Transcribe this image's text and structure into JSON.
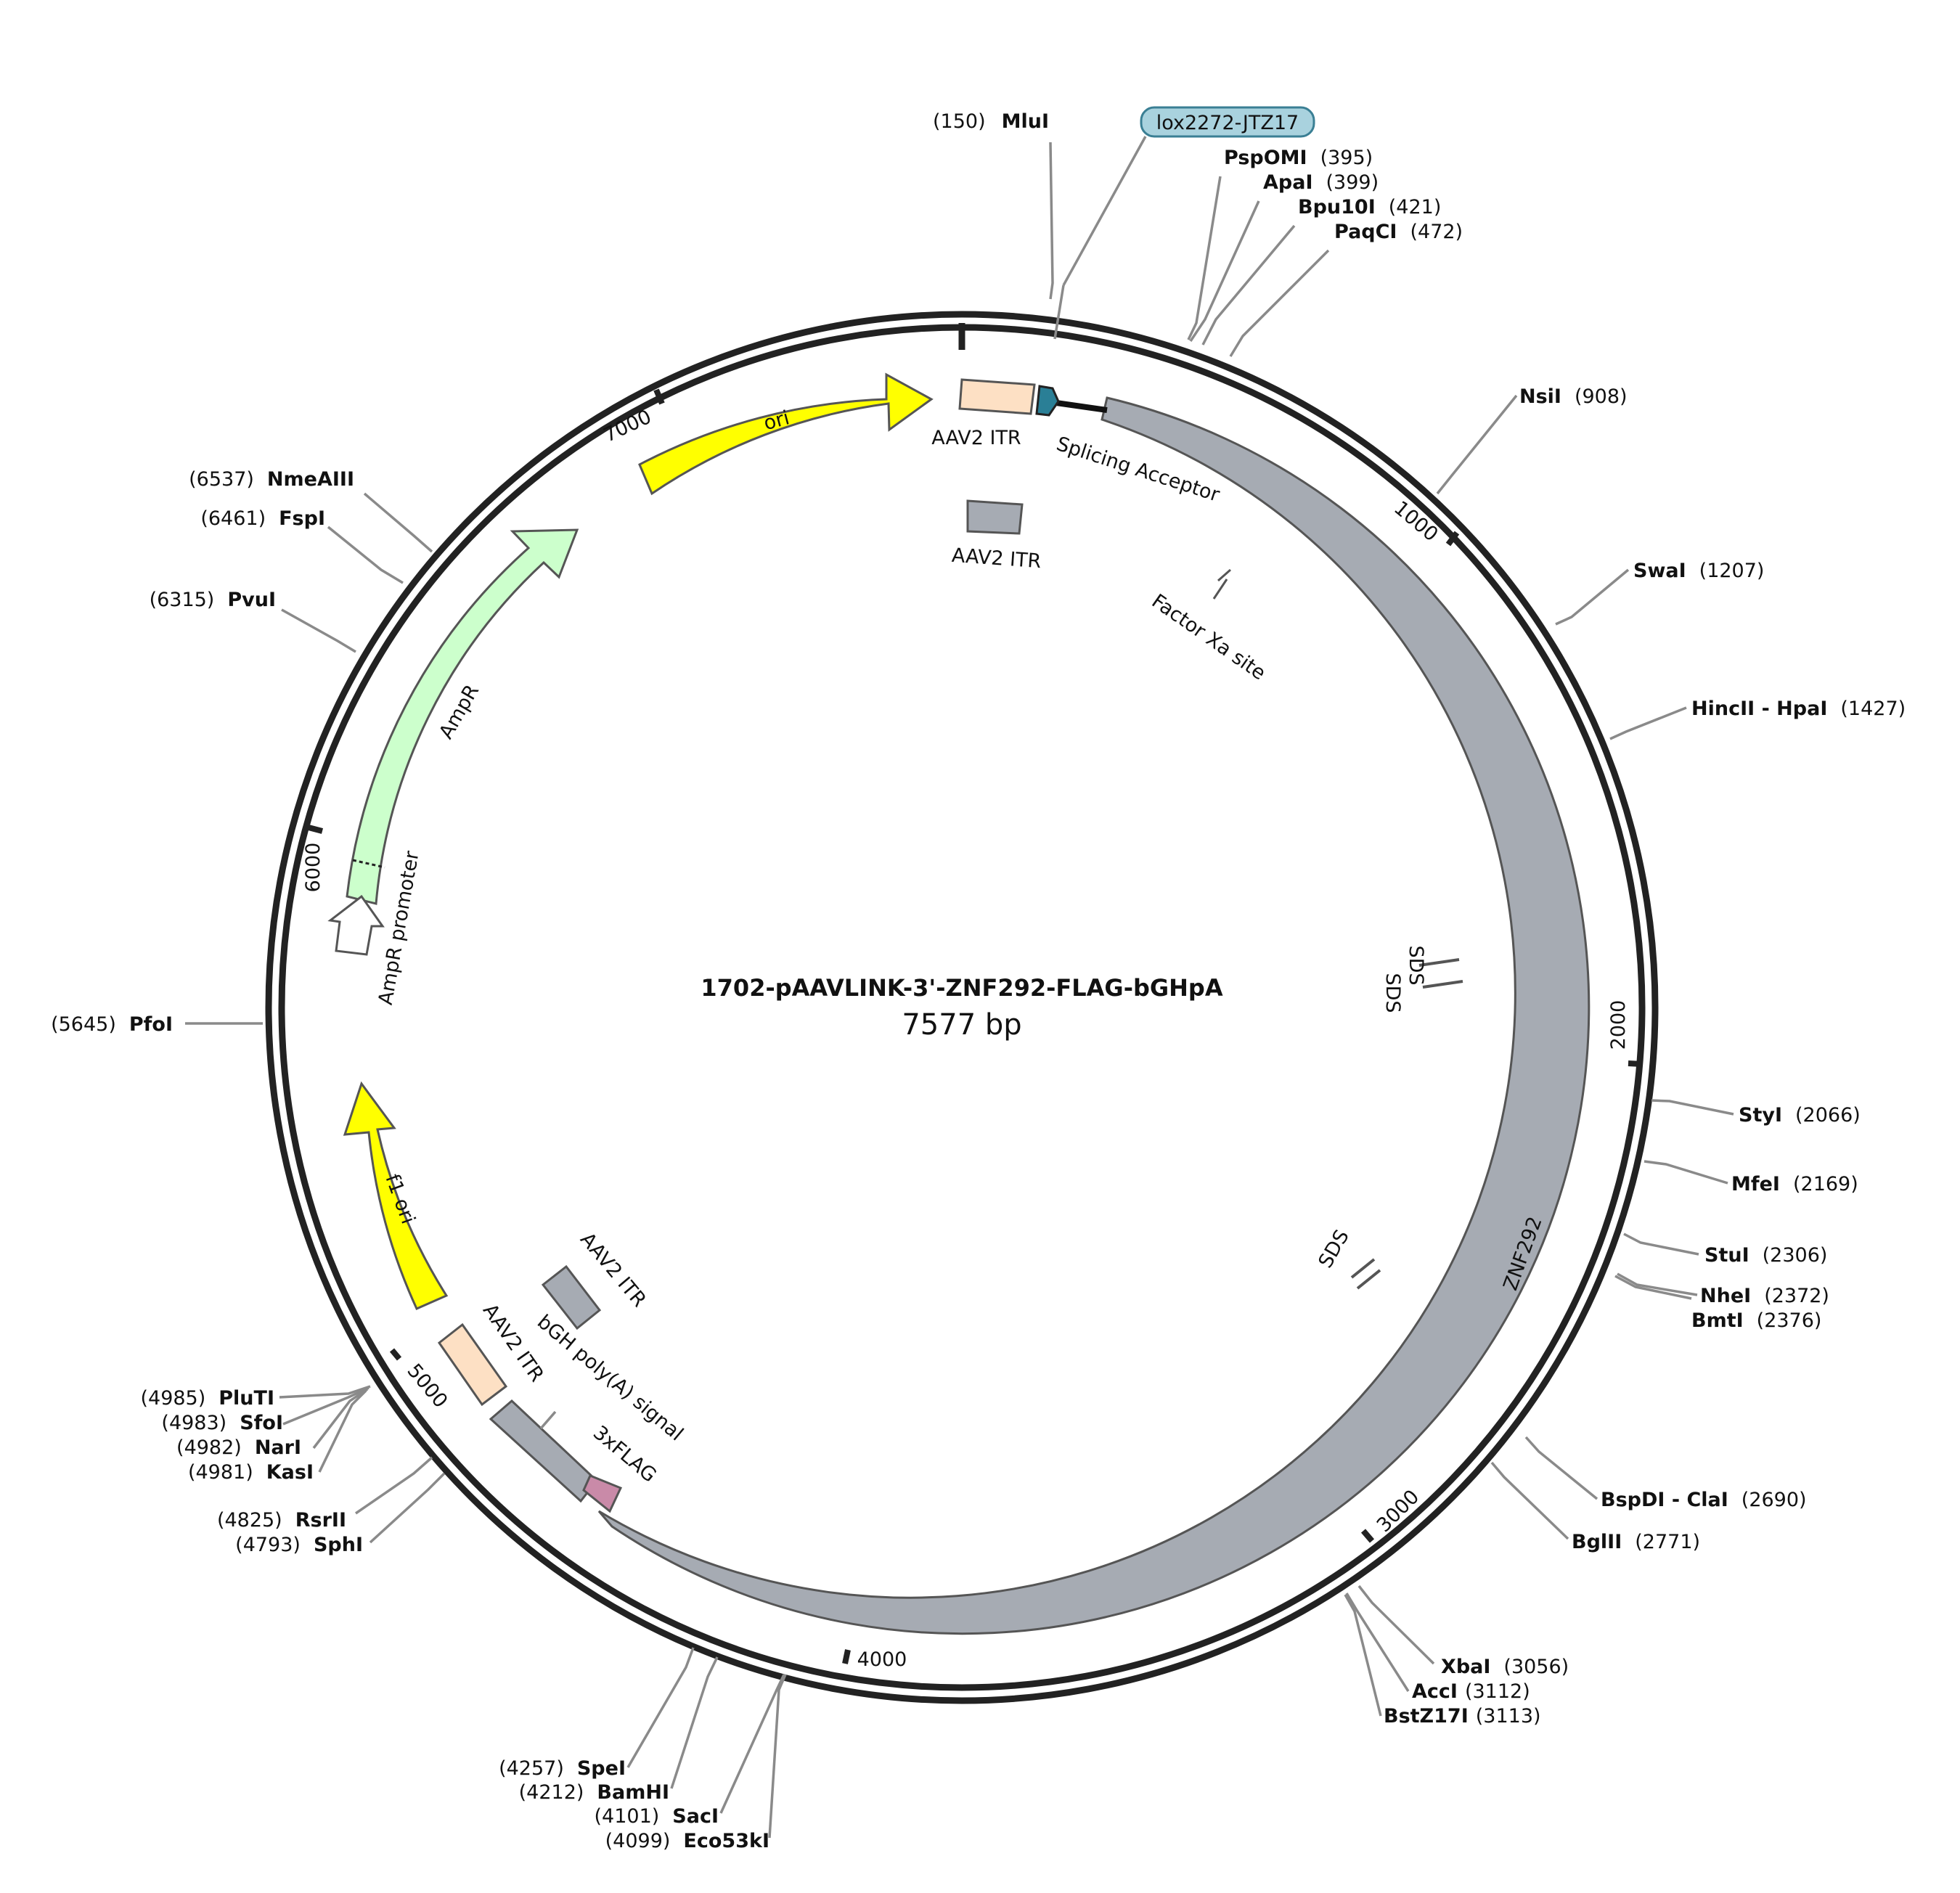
{
  "plasmid": {
    "name": "1702-pAAVLINK-3'-ZNF292-FLAG-bGHpA",
    "size_label": "7577 bp",
    "length": 7577
  },
  "colors": {
    "backbone": "#222222",
    "znf292": "#a6abb3",
    "aav_itr_peach": "#fde0c4",
    "aav_itr_gray": "#a6abb3",
    "ori": "#ffff00",
    "ampr": "#ccffcc",
    "splicing_acceptor": "#2a7f96",
    "flag": "#c98aa8",
    "lox_fill": "#a9d2de",
    "leader": "#8a8a8a"
  },
  "ticks": [
    "1000",
    "2000",
    "3000",
    "4000",
    "5000",
    "6000",
    "7000"
  ],
  "features": [
    {
      "id": "znf292",
      "label": "ZNF292"
    },
    {
      "id": "aav2-itr-top",
      "label": "AAV2 ITR"
    },
    {
      "id": "aav2-itr-top-gray",
      "label": "AAV2 ITR"
    },
    {
      "id": "splicing-acceptor",
      "label": "Splicing Acceptor"
    },
    {
      "id": "factor-xa",
      "label": "Factor Xa site"
    },
    {
      "id": "sds-1",
      "label": "SDS"
    },
    {
      "id": "sds-2",
      "label": "SDS"
    },
    {
      "id": "sds-3",
      "label": "SDS"
    },
    {
      "id": "ori",
      "label": "ori"
    },
    {
      "id": "ampr",
      "label": "AmpR"
    },
    {
      "id": "ampr-promoter",
      "label": "AmpR promoter"
    },
    {
      "id": "f1-ori",
      "label": "f1 ori"
    },
    {
      "id": "aav2-itr-bottom",
      "label": "AAV2 ITR"
    },
    {
      "id": "aav2-itr-bottom-gray",
      "label": "AAV2 ITR"
    },
    {
      "id": "bgh-polya",
      "label": "bGH poly(A) signal"
    },
    {
      "id": "flag",
      "label": "3xFLAG"
    },
    {
      "id": "lox",
      "label": "lox2272-JTZ17"
    }
  ],
  "sites": [
    {
      "name": "MluI",
      "pos": "(150)"
    },
    {
      "name": "PspOMI",
      "pos": "(395)"
    },
    {
      "name": "ApaI",
      "pos": "(399)"
    },
    {
      "name": "Bpu10I",
      "pos": "(421)"
    },
    {
      "name": "PaqCI",
      "pos": "(472)"
    },
    {
      "name": "NsiI",
      "pos": "(908)"
    },
    {
      "name": "SwaI",
      "pos": "(1207)"
    },
    {
      "name": "HincII - HpaI",
      "pos": "(1427)"
    },
    {
      "name": "StyI",
      "pos": "(2066)"
    },
    {
      "name": "MfeI",
      "pos": "(2169)"
    },
    {
      "name": "StuI",
      "pos": "(2306)"
    },
    {
      "name": "NheI",
      "pos": "(2372)"
    },
    {
      "name": "BmtI",
      "pos": "(2376)"
    },
    {
      "name": "BspDI - ClaI",
      "pos": "(2690)"
    },
    {
      "name": "BglII",
      "pos": "(2771)"
    },
    {
      "name": "XbaI",
      "pos": "(3056)"
    },
    {
      "name": "AccI",
      "pos": "(3112)"
    },
    {
      "name": "BstZ17I",
      "pos": "(3113)"
    },
    {
      "name": "SpeI",
      "pos": "(4257)"
    },
    {
      "name": "BamHI",
      "pos": "(4212)"
    },
    {
      "name": "SacI",
      "pos": "(4101)"
    },
    {
      "name": "Eco53kI",
      "pos": "(4099)"
    },
    {
      "name": "RsrII",
      "pos": "(4825)"
    },
    {
      "name": "SphI",
      "pos": "(4793)"
    },
    {
      "name": "PluTI",
      "pos": "(4985)"
    },
    {
      "name": "SfoI",
      "pos": "(4983)"
    },
    {
      "name": "NarI",
      "pos": "(4982)"
    },
    {
      "name": "KasI",
      "pos": "(4981)"
    },
    {
      "name": "PfoI",
      "pos": "(5645)"
    },
    {
      "name": "PvuI",
      "pos": "(6315)"
    },
    {
      "name": "FspI",
      "pos": "(6461)"
    },
    {
      "name": "NmeAIII",
      "pos": "(6537)"
    }
  ]
}
